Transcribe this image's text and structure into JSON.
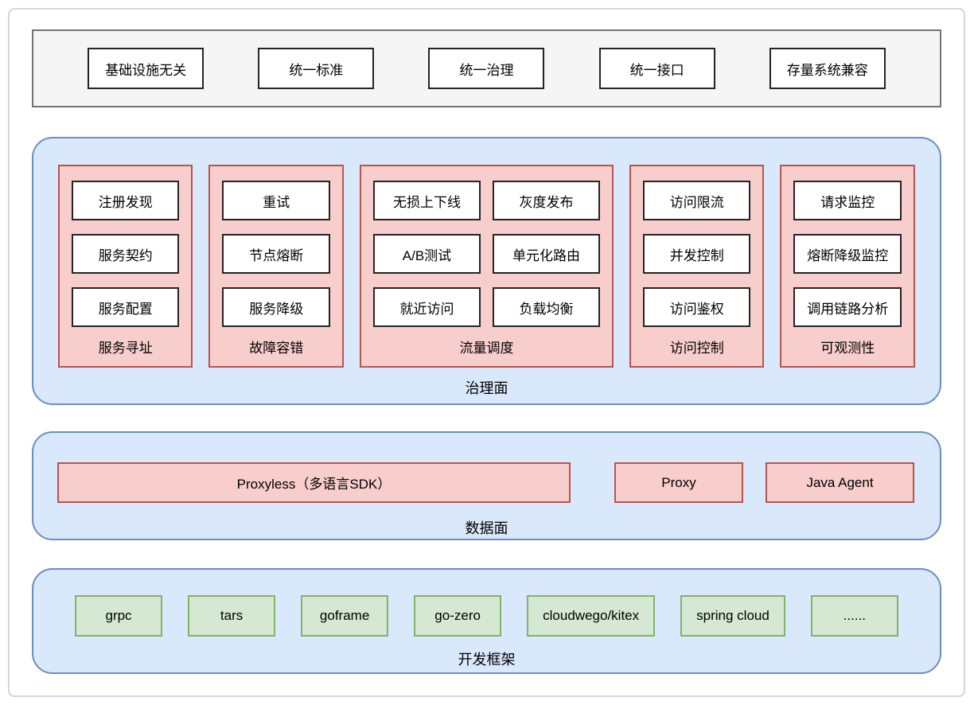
{
  "header": {
    "items": [
      "基础设施无关",
      "统一标准",
      "统一治理",
      "统一接口",
      "存量系统兼容"
    ]
  },
  "governance": {
    "label": "治理面",
    "groups": [
      {
        "label": "服务寻址",
        "columns": 1,
        "items": [
          "注册发现",
          "服务契约",
          "服务配置"
        ]
      },
      {
        "label": "故障容错",
        "columns": 1,
        "items": [
          "重试",
          "节点熔断",
          "服务降级"
        ]
      },
      {
        "label": "流量调度",
        "columns": 2,
        "items": [
          "无损上下线",
          "灰度发布",
          "A/B测试",
          "单元化路由",
          "就近访问",
          "负载均衡"
        ]
      },
      {
        "label": "访问控制",
        "columns": 1,
        "items": [
          "访问限流",
          "并发控制",
          "访问鉴权"
        ]
      },
      {
        "label": "可观测性",
        "columns": 1,
        "items": [
          "请求监控",
          "熔断降级监控",
          "调用链路分析"
        ]
      }
    ]
  },
  "data_plane": {
    "label": "数据面",
    "items": [
      "Proxyless（多语言SDK）",
      "Proxy",
      "Java Agent"
    ]
  },
  "frameworks": {
    "label": "开发框架",
    "items": [
      "grpc",
      "tars",
      "goframe",
      "go-zero",
      "cloudwego/kitex",
      "spring cloud",
      "......"
    ]
  },
  "colors": {
    "plane_fill": "#dae8fc",
    "plane_stroke": "#6c8ebf",
    "pink_fill": "#f8cecc",
    "pink_stroke": "#b85450",
    "green_fill": "#d5e8d4",
    "green_stroke": "#82b366",
    "gray_fill": "#f5f5f5",
    "gray_stroke": "#666666",
    "box_fill": "#ffffff",
    "box_stroke": "#242424"
  }
}
